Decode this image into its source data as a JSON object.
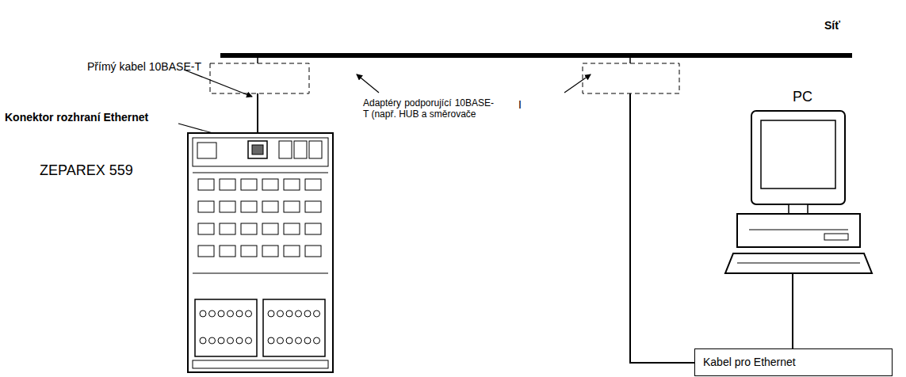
{
  "diagram": {
    "nodes": [
      {
        "text": [
          "Kabel pro Ethernet"
        ]
      }
    ],
    "edges": [],
    "labels": [
      "Síť",
      "Přímý kabel 10BASE-T",
      "Adaptéry podporující 10BASE-T (např. HUB a směrovače",
      "I",
      "Konektor rozhraní Ethernet",
      "ZEPAREX 559",
      "PC"
    ]
  }
}
